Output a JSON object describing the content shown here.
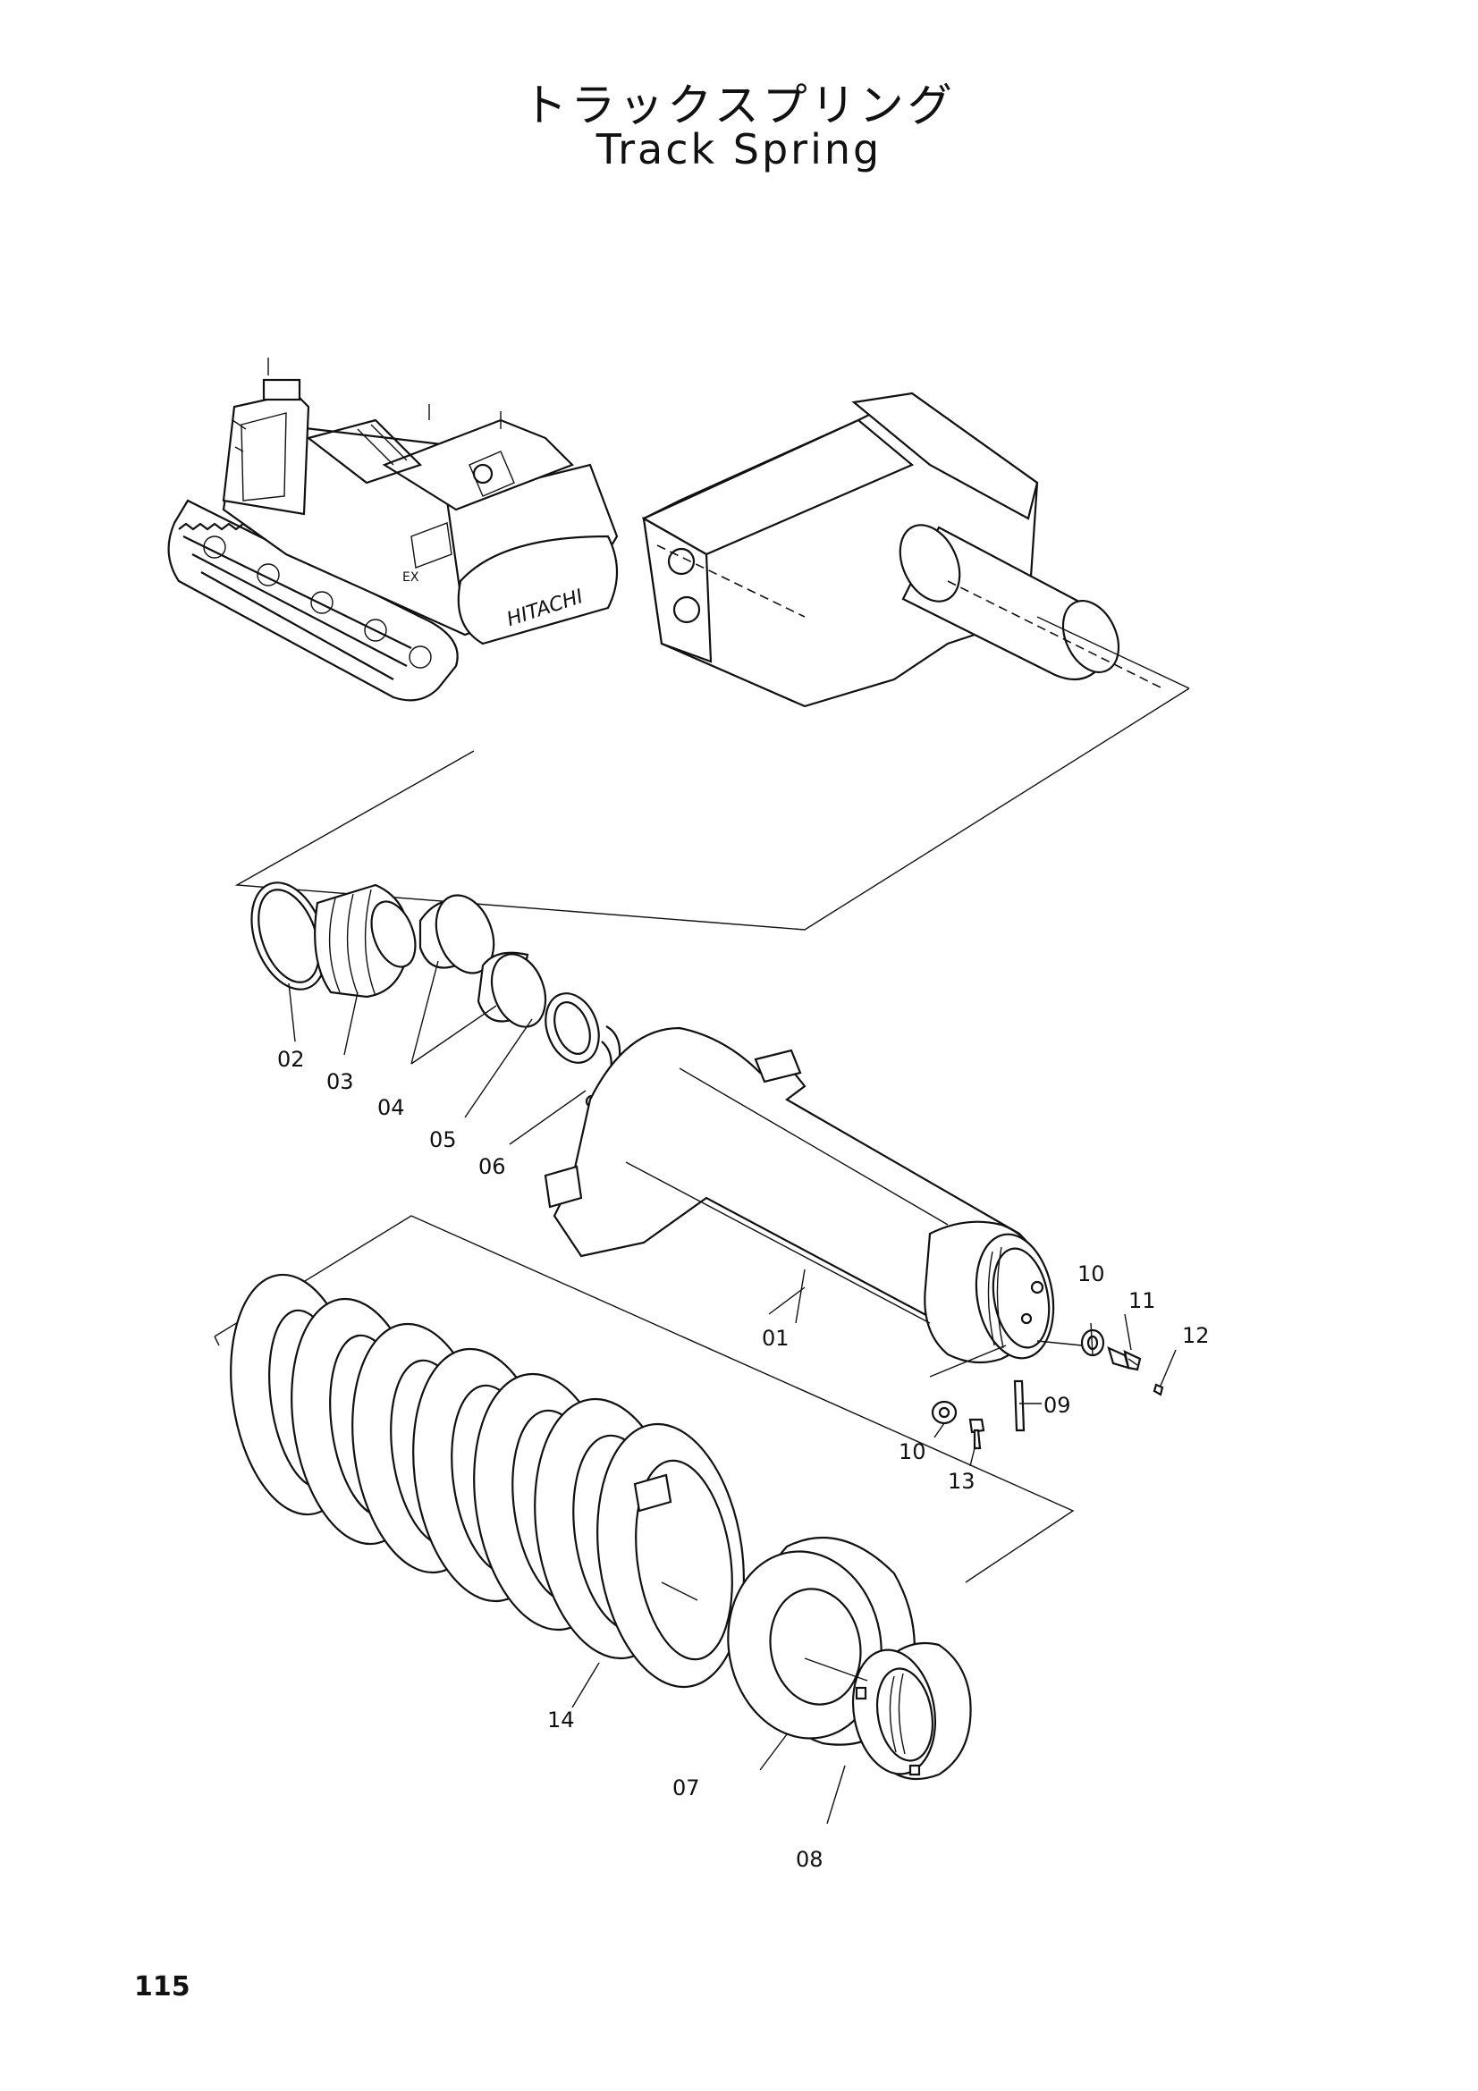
{
  "title": {
    "japanese": "トラックスプリング",
    "english": "Track Spring"
  },
  "page_number": "115",
  "machine": {
    "brand_label": "HITACHI",
    "cab_badge": "EX"
  },
  "parts": [
    {
      "id": "part-01",
      "label": "01"
    },
    {
      "id": "part-02",
      "label": "02"
    },
    {
      "id": "part-03",
      "label": "03"
    },
    {
      "id": "part-04",
      "label": "04"
    },
    {
      "id": "part-05",
      "label": "05"
    },
    {
      "id": "part-06",
      "label": "06"
    },
    {
      "id": "part-07",
      "label": "07"
    },
    {
      "id": "part-08",
      "label": "08"
    },
    {
      "id": "part-09",
      "label": "09"
    },
    {
      "id": "part-10a",
      "label": "10"
    },
    {
      "id": "part-10b",
      "label": "10"
    },
    {
      "id": "part-11",
      "label": "11"
    },
    {
      "id": "part-12",
      "label": "12"
    },
    {
      "id": "part-13",
      "label": "13"
    },
    {
      "id": "part-14",
      "label": "14"
    }
  ]
}
